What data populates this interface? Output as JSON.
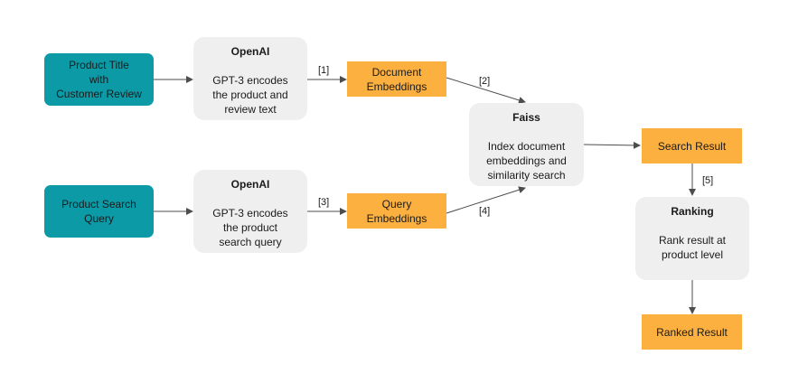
{
  "nodes": {
    "product_title": {
      "lines": [
        "Product Title",
        "with",
        "Customer Review"
      ]
    },
    "product_query": {
      "lines": [
        "Product Search",
        "Query"
      ]
    },
    "openai_doc": {
      "title": "OpenAI",
      "lines": [
        "GPT-3 encodes",
        "the product and",
        "review text"
      ]
    },
    "openai_query": {
      "title": "OpenAI",
      "lines": [
        "GPT-3 encodes",
        "the product",
        "search query"
      ]
    },
    "doc_embeddings": {
      "lines": [
        "Document",
        "Embeddings"
      ]
    },
    "query_embeddings": {
      "lines": [
        "Query",
        "Embeddings"
      ]
    },
    "faiss": {
      "title": "Faiss",
      "lines": [
        "Index document",
        "embeddings and",
        "similarity search"
      ]
    },
    "search_result": {
      "lines": [
        "Search Result"
      ]
    },
    "ranking": {
      "title": "Ranking",
      "lines": [
        "Rank result at",
        "product level"
      ]
    },
    "ranked_result": {
      "lines": [
        "Ranked Result"
      ]
    }
  },
  "edge_labels": {
    "e1": "[1]",
    "e2": "[2]",
    "e3": "[3]",
    "e4": "[4]",
    "e5": "[5]"
  },
  "colors": {
    "input_node": "#0b9aa6",
    "process_node": "#efefef",
    "data_node": "#fbb03f",
    "edge": "#4d4d4d"
  }
}
